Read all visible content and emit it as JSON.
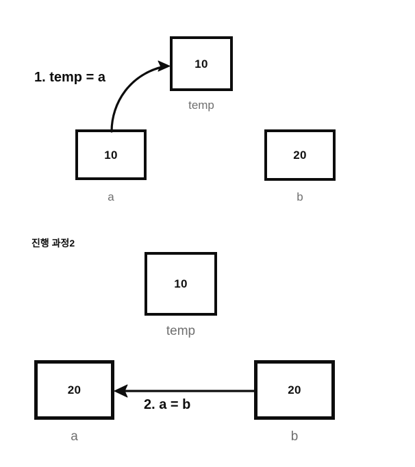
{
  "page": {
    "background_color": "#ffffff",
    "title": "Variable swap diagram"
  },
  "colors": {
    "box_border": "#0d0d0d",
    "box_fill": "#ffffff",
    "value_text": "#111111",
    "variable_label": "#6f6f6f",
    "step_label": "#0d0d0d",
    "arrow": "#0d0d0d"
  },
  "sections": [
    {
      "id": "step1",
      "heading": "",
      "step_label": "1. temp = a",
      "boxes": [
        {
          "name": "temp",
          "value": "10"
        },
        {
          "name": "a",
          "value": "10"
        },
        {
          "name": "b",
          "value": "20"
        }
      ],
      "arrow": {
        "kind": "curved",
        "from": "a",
        "to": "temp",
        "label": "1. temp = a"
      }
    },
    {
      "id": "step2",
      "heading": "진행 과정2",
      "step_label": "2. a = b",
      "boxes": [
        {
          "name": "temp",
          "value": "10"
        },
        {
          "name": "a",
          "value": "20"
        },
        {
          "name": "b",
          "value": "20"
        }
      ],
      "arrow": {
        "kind": "straight",
        "from": "b",
        "to": "a",
        "label": "2. a = b"
      }
    }
  ],
  "boxes": {
    "temp1": {
      "value": "10",
      "label": "temp"
    },
    "a1": {
      "value": "10",
      "label": "a"
    },
    "b1": {
      "value": "20",
      "label": "b"
    },
    "temp2": {
      "value": "10",
      "label": "temp"
    },
    "a2": {
      "value": "20",
      "label": "a"
    },
    "b2": {
      "value": "20",
      "label": "b"
    }
  },
  "annotations": {
    "step1_label": "1. temp = a",
    "step2_label": "2. a = b",
    "section2_heading": "진행 과정2"
  },
  "icons": {
    "curved_arrow": "curved-arrow-icon",
    "straight_arrow": "straight-arrow-icon"
  }
}
